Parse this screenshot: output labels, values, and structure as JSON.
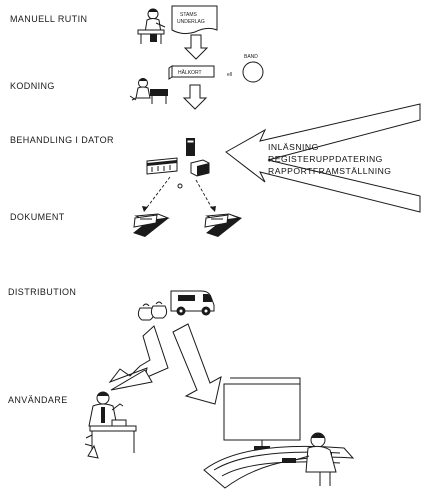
{
  "stages": {
    "manual": "MANUELL RUTIN",
    "coding": "KODNING",
    "processing": "BEHANDLING I DATOR",
    "documents": "DOKUMENT",
    "distribution": "DISTRIBUTION",
    "users": "ANVÄNDARE"
  },
  "artifacts": {
    "source_docs_line1": "STAMS",
    "source_docs_line2": "UNDERLAG",
    "punch_cards": "HÅLKORT",
    "or_text": "ell",
    "tape": "BAND"
  },
  "processes": {
    "line1": "INLÄSNING",
    "line2": "REGISTERUPPDATERING",
    "line3": "RAPPORTFRAMSTÄLLNING"
  },
  "icons": {
    "manual_worker": "person-at-desk-icon",
    "coder": "keypunch-operator-icon",
    "computer": "computer-system-icon",
    "delivery": "delivery-van-icon",
    "user": "user-at-desk-icon",
    "terminal_operator": "terminal-operator-icon",
    "tape_reel": "tape-reel-icon"
  }
}
